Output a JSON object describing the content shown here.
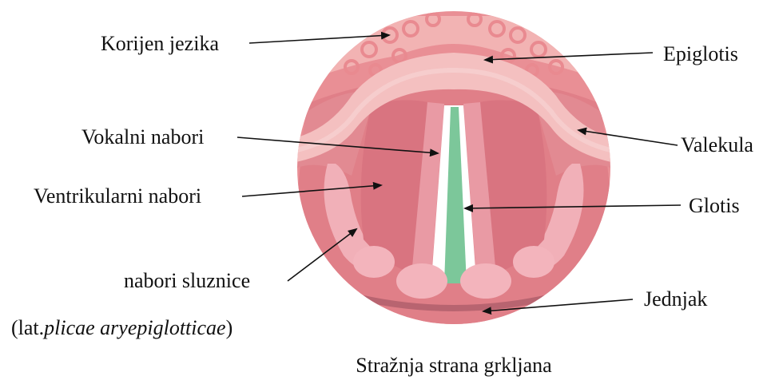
{
  "labels": {
    "korijen_jezika": "Korijen jezika",
    "epiglotis": "Epiglotis",
    "vokalni_nabori": "Vokalni nabori",
    "valekula": "Valekula",
    "ventrikularni_nabori": "Ventrikularni nabori",
    "glotis": "Glotis",
    "nabori_sluznice": "nabori sluznice",
    "jednjak": "Jednjak",
    "lat_prefix": "(lat.",
    "lat_term": "plicae aryepiglotticae",
    "lat_suffix": ")"
  },
  "caption": "Stražnja strana grkljana",
  "colors": {
    "outer_ring": "#e98f95",
    "inner_fill": "#e07f88",
    "tongue_base": "#f2b3b3",
    "papillae": "#e98a90",
    "epiglottis": "#f4c0c0",
    "vocal_fold": "#d36f7b",
    "glottis_gap": "#ffffff",
    "glottis_center": "#7cc79a",
    "cartilage": "#f3b4bc"
  }
}
